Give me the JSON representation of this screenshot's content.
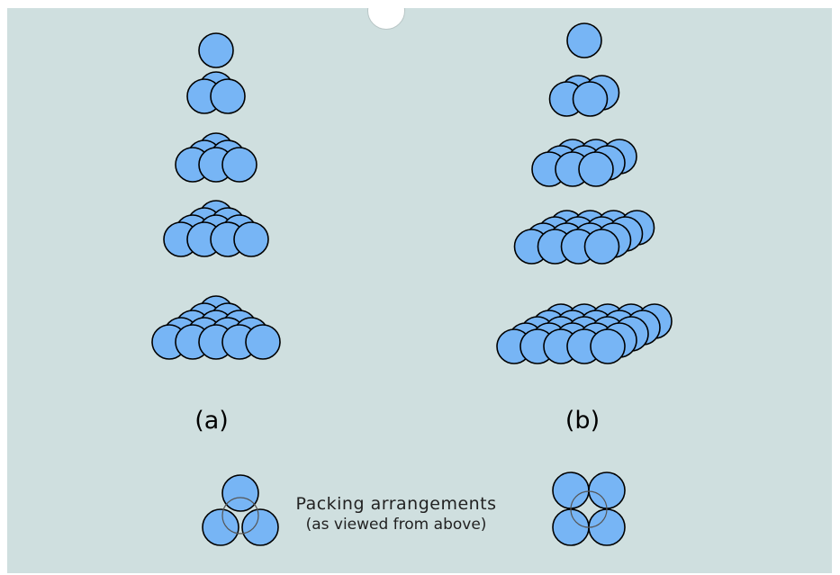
{
  "labels": {
    "a": "(a)",
    "b": "(b)"
  },
  "caption": {
    "line1": "Packing arrangements",
    "line2": "(as viewed from above)"
  },
  "colors": {
    "background": "#cfdfdf",
    "sphere_fill": "#77b5f5",
    "sphere_stroke": "#000000"
  }
}
